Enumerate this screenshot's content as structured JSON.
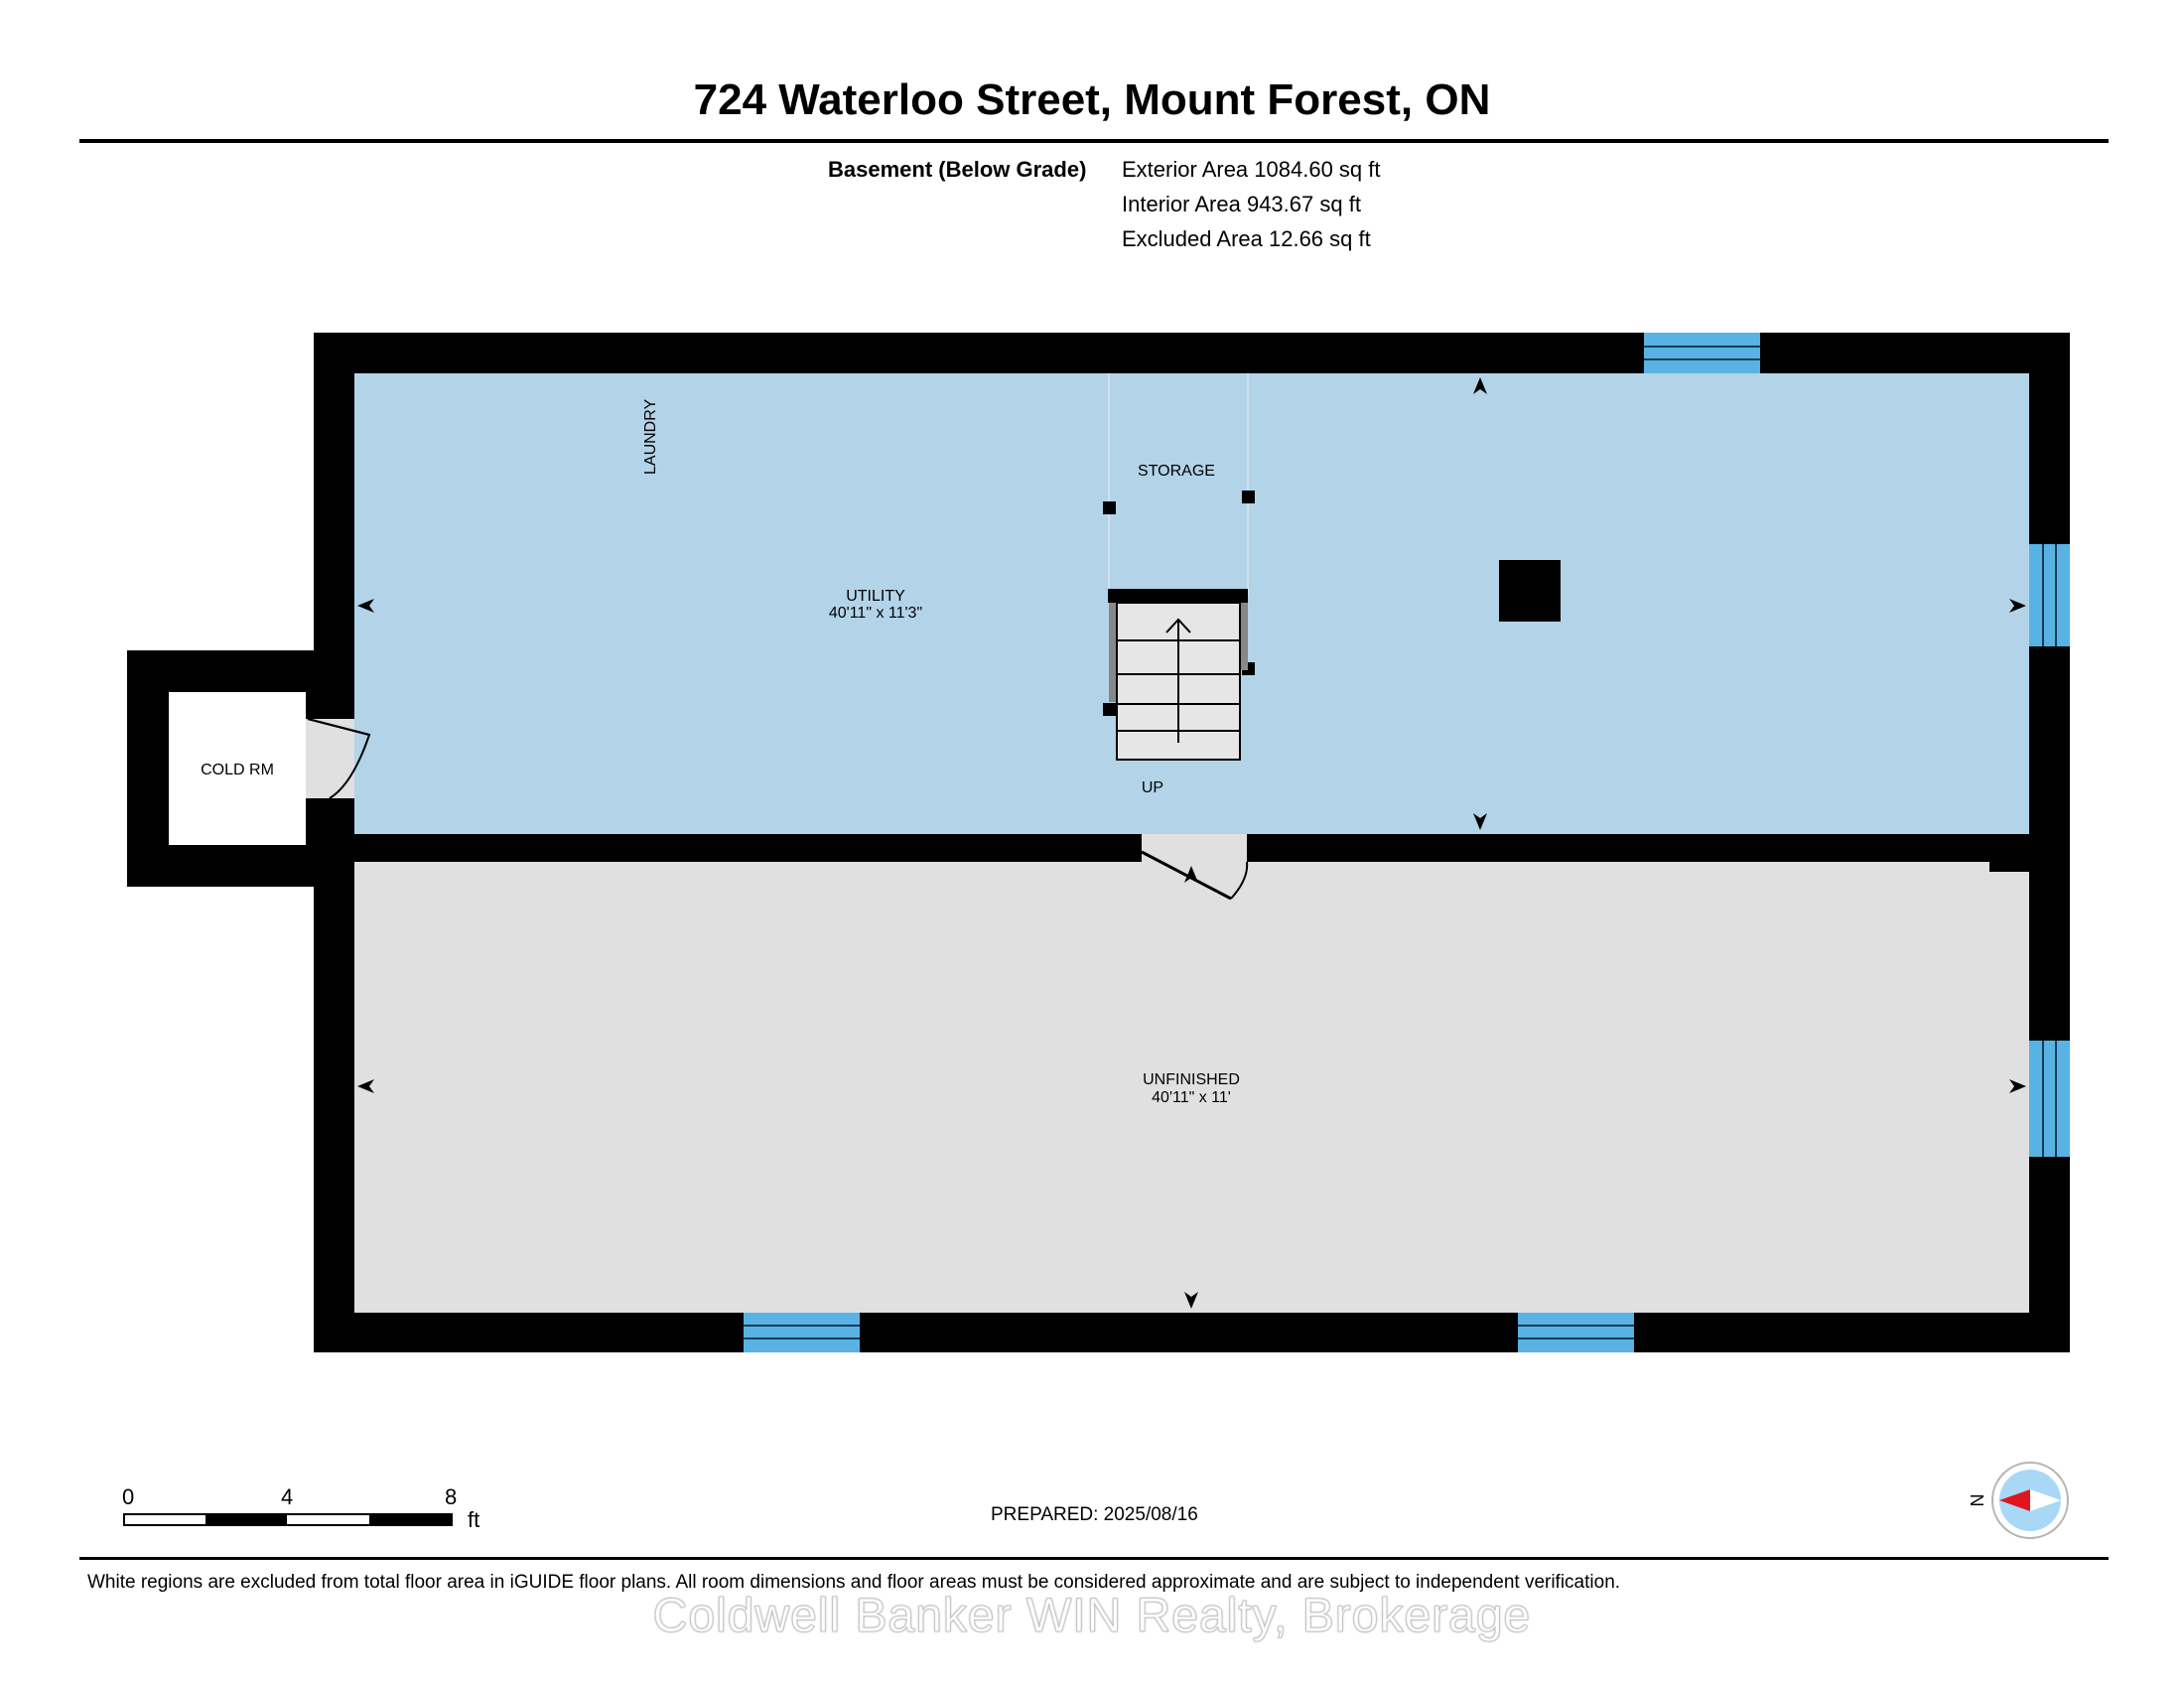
{
  "header": {
    "title": "724 Waterloo Street, Mount Forest, ON"
  },
  "summary": {
    "floor_label": "Basement (Below Grade)",
    "exterior_area": "Exterior Area 1084.60 sq ft",
    "interior_area": "Interior Area 943.67 sq ft",
    "excluded_area": "Excluded Area 12.66 sq ft"
  },
  "rooms": {
    "laundry": "LAUNDRY",
    "storage": "STORAGE",
    "utility_name": "UTILITY",
    "utility_dims": "40'11\" x 11'3\"",
    "cold_room": "COLD RM",
    "stairs_label": "UP",
    "unfinished_name": "UNFINISHED",
    "unfinished_dims": "40'11\" x 11'"
  },
  "colors": {
    "finished_fill": "#b3d3e8",
    "unfinished_fill": "#e0e0e0",
    "wall": "#000000",
    "window": "#58b3e4",
    "compass_circle": "#a8d8f5",
    "compass_needle": "#e0161c"
  },
  "scale_bar": {
    "tick_0": "0",
    "tick_4": "4",
    "tick_8": "8",
    "unit": "ft"
  },
  "footer": {
    "prepared": "PREPARED: 2025/08/16",
    "disclaimer": "White regions are excluded from total floor area in iGUIDE floor plans. All room dimensions and floor areas must be considered approximate and are subject to independent verification.",
    "brand": "Coldwell Banker WIN Realty, Brokerage"
  },
  "compass": {
    "north_label": "N"
  }
}
